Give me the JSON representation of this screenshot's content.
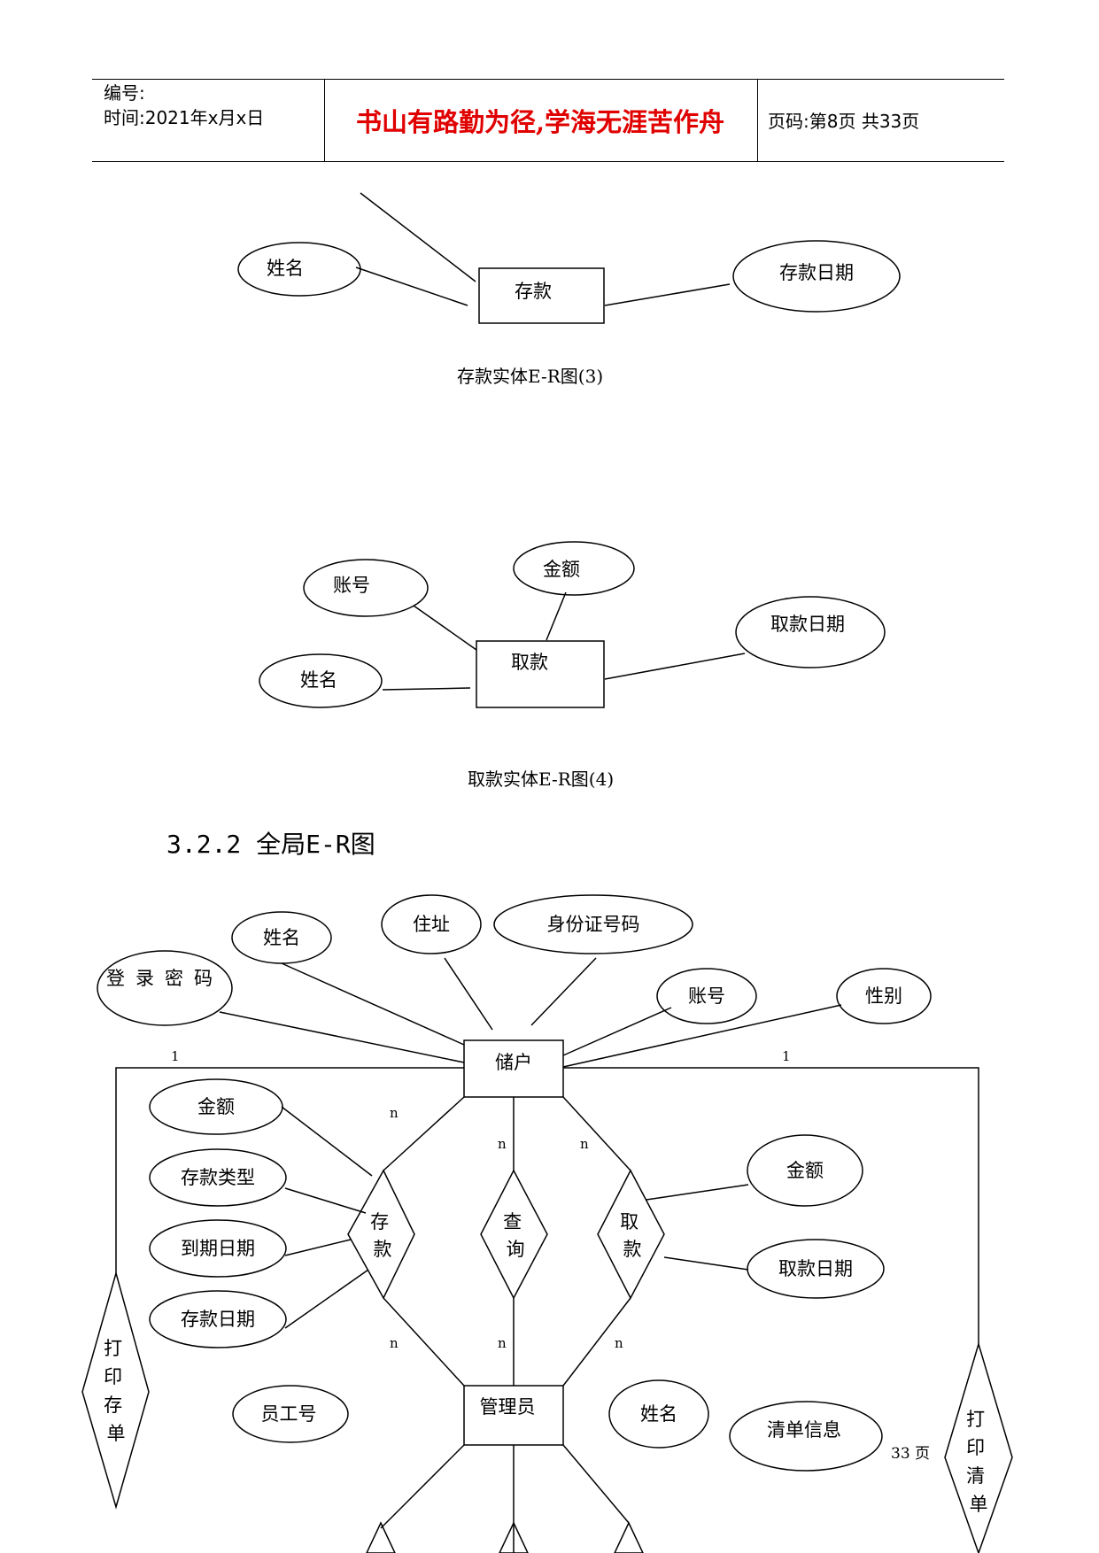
{
  "header": {
    "number_label": "编号:",
    "time_label": "时间:2021年x月x日",
    "motto": "书山有路勤为径,学海无涯苦作舟",
    "page_info": "页码:第8页 共33页"
  },
  "diagram3": {
    "entity": "存款",
    "attributes": [
      "姓名",
      "存款日期"
    ],
    "caption": "存款实体E-R图(3)"
  },
  "diagram4": {
    "entity": "取款",
    "attributes": [
      "账号",
      "金额",
      "姓名",
      "取款日期"
    ],
    "caption": "取款实体E-R图(4)"
  },
  "section_heading": "3.2.2 全局E-R图",
  "global_er": {
    "entities": [
      "储户",
      "管理员"
    ],
    "relationships": [
      "存款",
      "查询",
      "取款",
      "打印存单",
      "打印清单"
    ],
    "depositor_attributes": [
      "姓名",
      "住址",
      "身份证号码",
      "登录密码",
      "账号",
      "性别"
    ],
    "deposit_attributes": [
      "金额",
      "存款类型",
      "到期日期",
      "存款日期"
    ],
    "withdraw_attributes": [
      "金额",
      "取款日期"
    ],
    "admin_attributes": [
      "员工号",
      "姓名",
      "清单信息"
    ],
    "cardinalities": [
      "1",
      "1",
      "n",
      "n",
      "n",
      "n",
      "n",
      "n"
    ],
    "page_footer": "33 页"
  }
}
